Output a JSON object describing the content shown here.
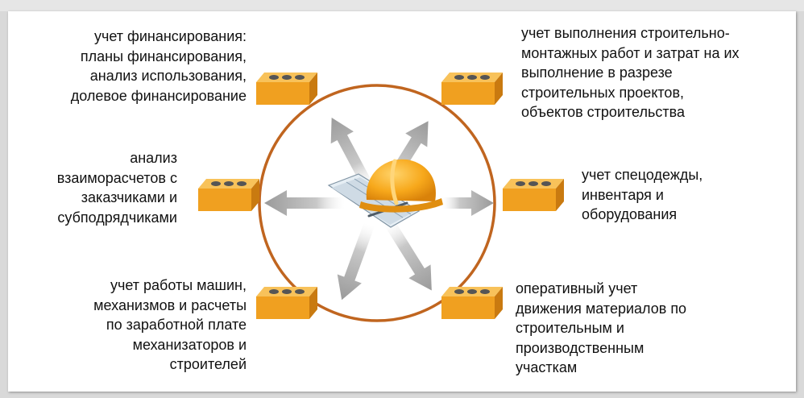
{
  "colors": {
    "circle": "#c0651f",
    "brick_front": "#f0a020",
    "brick_top": "#f8c25a",
    "brick_side": "#c97a10",
    "brick_hole": "#555555",
    "arrow": "#a6a6a6",
    "helmet": "#f7a81b"
  },
  "icons": {
    "center": "hard-hat-on-blueprint-icon",
    "brick": "brick-icon",
    "arrow": "arrow-icon"
  },
  "items": {
    "financing": "учет финансирования:\nпланы финансирования,\nанализ использования,\nдолевое финансирование",
    "construction": "учет выполнения строительно-\nмонтажных работ и затрат на их\nвыполнение в разрезе\nстроительных проектов,\nобъектов строительства",
    "settlements": "анализ\nвзаиморасчетов с\nзаказчиками и\nсубподрядчиками",
    "workwear": "учет спецодежды,\nинвентаря и\nоборудования",
    "machines": "учет работы машин,\nмеханизмов и расчеты\nпо заработной плате\nмеханизаторов и\nстроителей",
    "materials": "оперативный учет\nдвижения материалов по\nстроительным и\nпроизводственным\nучасткам"
  }
}
